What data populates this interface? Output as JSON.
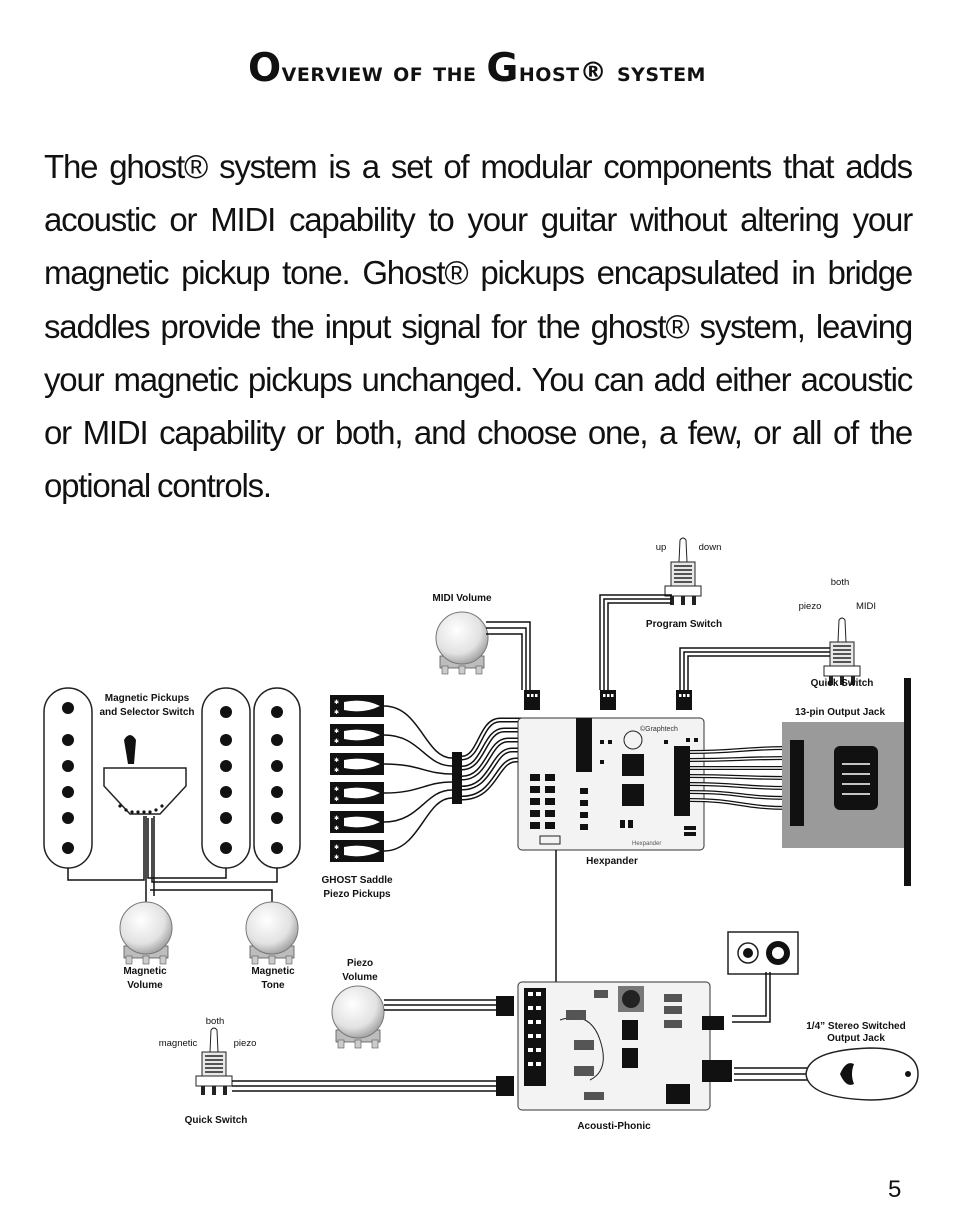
{
  "title": {
    "o": "O",
    "verview_of_the": "verview of the ",
    "g": "G",
    "host_system": "host® system"
  },
  "paragraph": "The ghost® system is a set of modular components that adds acoustic or MIDI capability to your guitar without altering your magnetic pickup tone. Ghost® pickups encapsulated in bridge saddles provide the input signal for the ghost® system, leaving your magnetic pickups unchanged.  You can add either acoustic or MIDI capability or both, and choose one, a few, or all of the optional controls.",
  "page_number": "5",
  "diagram": {
    "magnetic_pickups_line1": "Magnetic Pickups",
    "magnetic_pickups_line2": "and Selector Switch",
    "ghost_saddle_line1": "GHOST Saddle",
    "ghost_saddle_line2": "Piezo Pickups",
    "midi_volume": "MIDI Volume",
    "program_switch": "Program Switch",
    "program_up": "up",
    "program_down": "down",
    "quick_switch_top": "Quick Switch",
    "qs_top_both": "both",
    "qs_top_piezo": "piezo",
    "qs_top_midi": "MIDI",
    "output_13pin": "13-pin Output Jack",
    "hexpander": "Hexpander",
    "hexpander_brand": "©Graphtech",
    "hexpander_board": "Hexpander",
    "magnetic_volume_line1": "Magnetic",
    "magnetic_volume_line2": "Volume",
    "magnetic_tone_line1": "Magnetic",
    "magnetic_tone_line2": "Tone",
    "piezo_volume_line1": "Piezo",
    "piezo_volume_line2": "Volume",
    "qs_bottom_both": "both",
    "qs_bottom_magnetic": "magnetic",
    "qs_bottom_piezo": "piezo",
    "quick_switch_bottom": "Quick Switch",
    "acousti_phonic": "Acousti-Phonic",
    "stereo_jack_line1": "1/4” Stereo Switched",
    "stereo_jack_line2": "Output Jack"
  }
}
